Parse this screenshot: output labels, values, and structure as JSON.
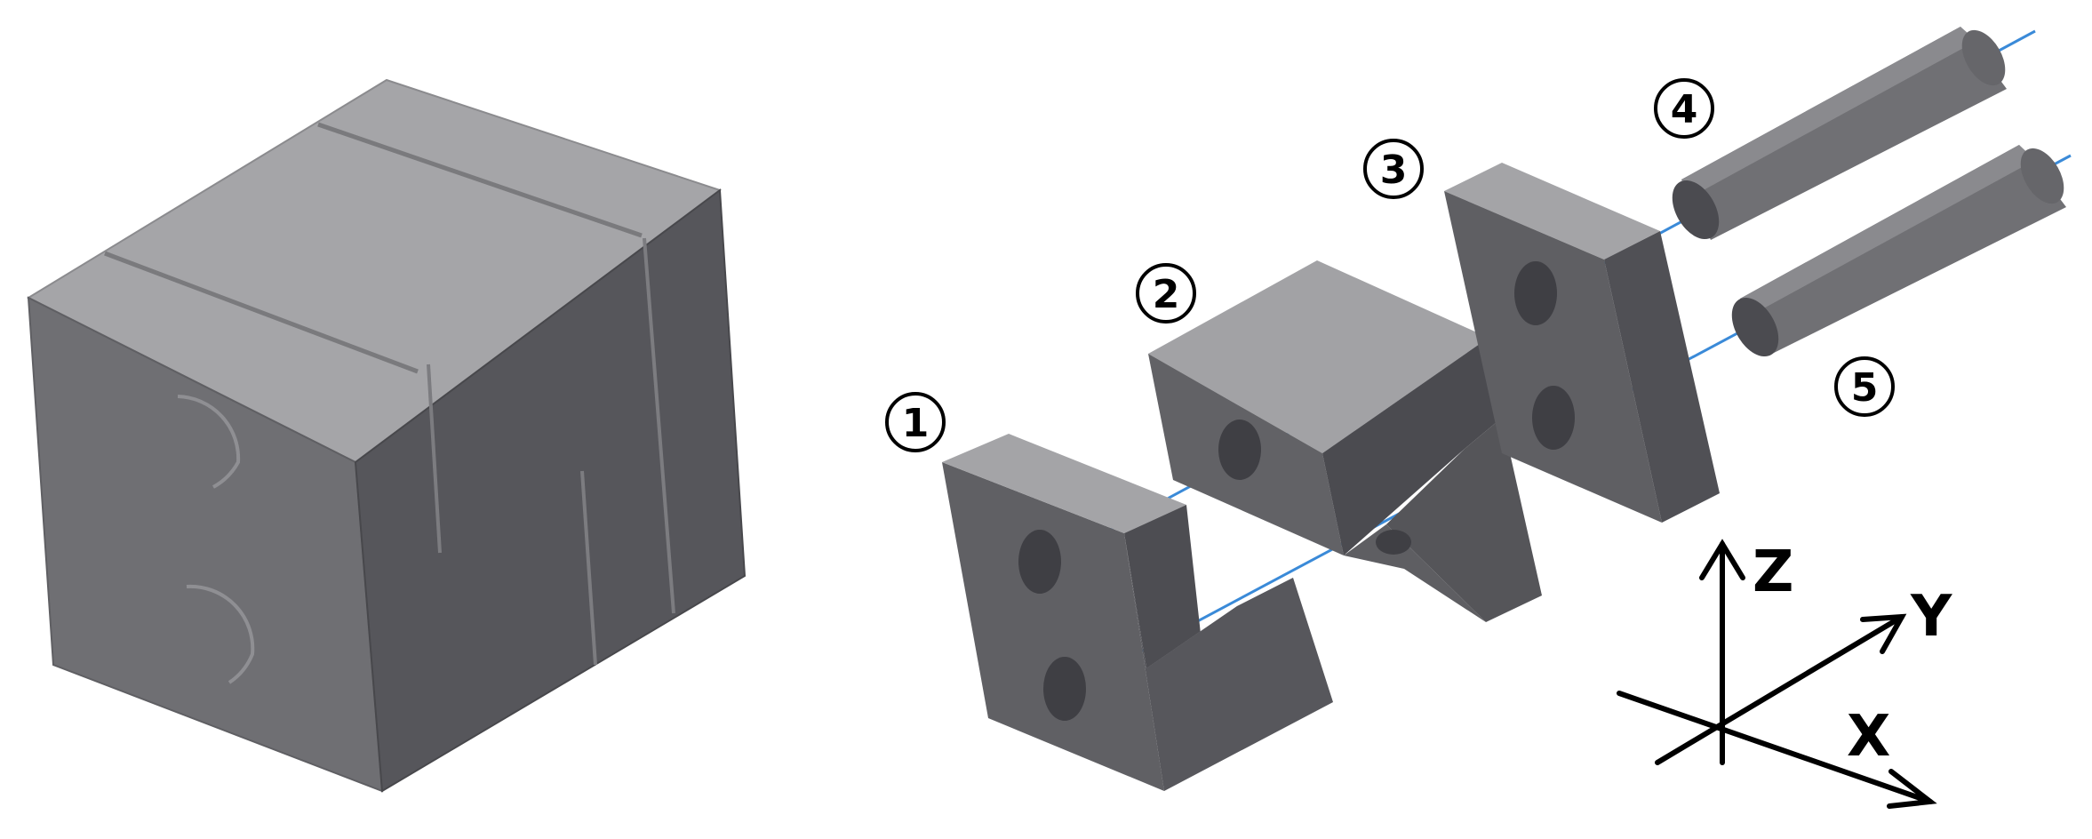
{
  "assembly": {
    "parts": [
      {
        "id": "part-1",
        "label": "1"
      },
      {
        "id": "part-2",
        "label": "2"
      },
      {
        "id": "part-3",
        "label": "3"
      },
      {
        "id": "part-4",
        "label": "4"
      },
      {
        "id": "part-5",
        "label": "5"
      }
    ]
  },
  "axes": {
    "z_label": "Z",
    "y_label": "Y",
    "x_label": "X"
  },
  "colors": {
    "top_face": "#a8a8ab",
    "left_face": "#6e6e72",
    "right_face": "#55555a",
    "dark_face": "#4a4a4f",
    "assembly_axis_line": "#3a8ad8",
    "coordinate_axis": "#000000"
  }
}
